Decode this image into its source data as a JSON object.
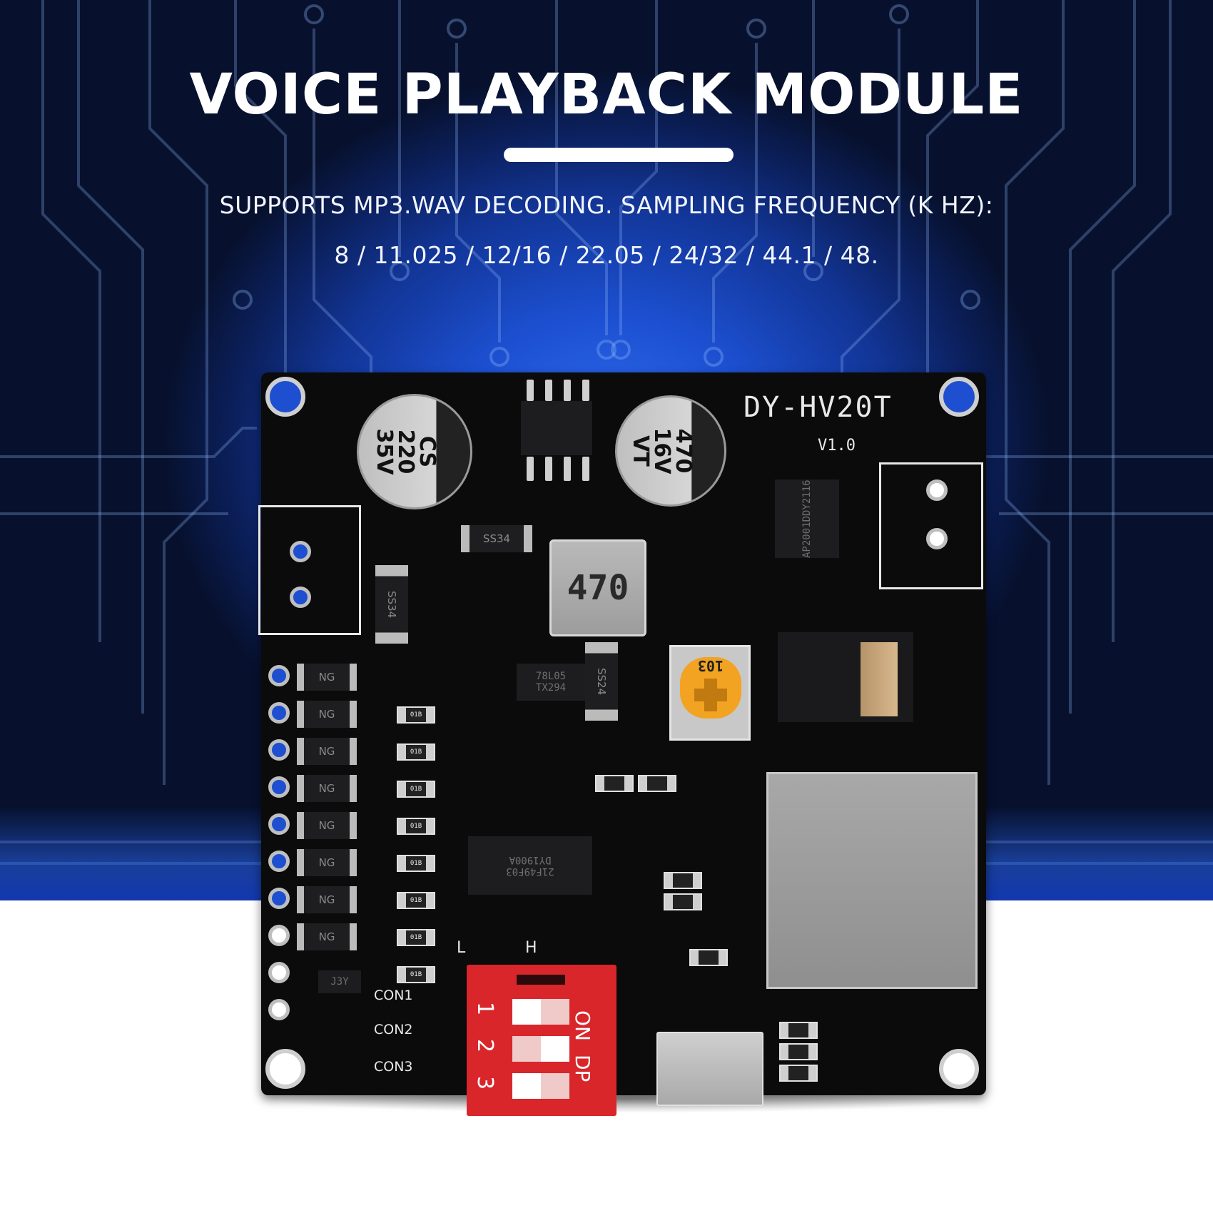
{
  "header": {
    "title": "VOICE PLAYBACK MODULE",
    "subtitle_line1": "SUPPORTS MP3.WAV DECODING. SAMPLING FREQUENCY (K HZ):",
    "subtitle_line2": "8 / 11.025 / 12/16 / 22.05 / 24/32 / 44.1 / 48."
  },
  "colors": {
    "background_center": "#2f6cf0",
    "background_edge": "#07112e",
    "text": "#ffffff",
    "pcb": "#0b0b0c",
    "dip_switch": "#d8262b",
    "trimpot": "#f2a322"
  },
  "board": {
    "model": "DY-HV20T",
    "version": "V1.0",
    "capacitor_left": [
      "CS",
      "220",
      "35V"
    ],
    "capacitor_right": [
      "470",
      "16V",
      "VT"
    ],
    "inductor": "470",
    "diode_top": "SS34",
    "diode_left": "SS34",
    "diode_mid": "SS24",
    "regulator": [
      "78L05",
      "TX294"
    ],
    "amp_chip": [
      "AP2001D",
      "DY2116"
    ],
    "main_chip": [
      "DY1900A",
      "21F49F03"
    ],
    "trimpot_label": "103",
    "transistor_label": "J3Y",
    "diode_array_label": "NG",
    "resistor_label": "01B",
    "connector_labels": [
      "CON1",
      "CON2",
      "CON3"
    ],
    "dip_switch": {
      "numbers": [
        "1",
        "2",
        "3"
      ],
      "on_label": "ON",
      "dp_label": "DP",
      "level_low": "L",
      "level_high": "H"
    }
  }
}
